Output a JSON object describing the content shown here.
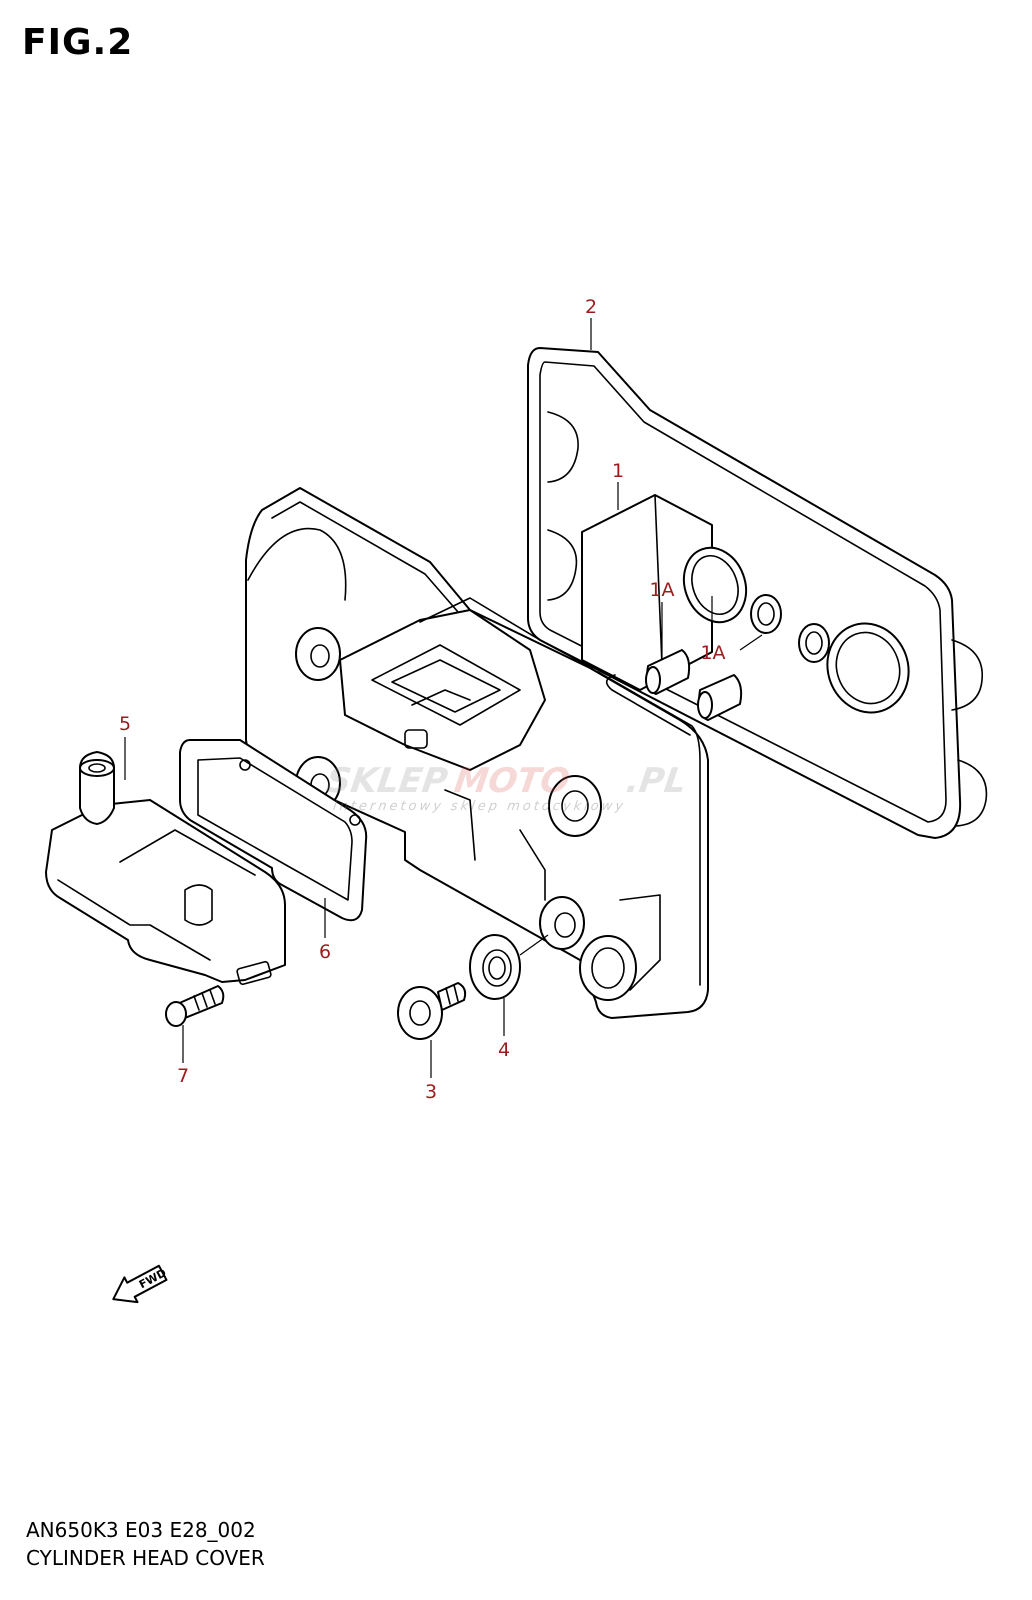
{
  "figure": {
    "title": "FIG.2"
  },
  "callouts": {
    "c1": "1",
    "c1a_upper": "1A",
    "c1a_lower": "1A",
    "c2": "2",
    "c3": "3",
    "c4": "4",
    "c5": "5",
    "c6": "6",
    "c7": "7"
  },
  "fwd_arrow": {
    "label": "FWD",
    "icon": "fwd-arrow-icon"
  },
  "watermark": {
    "main_left": "SKLEP",
    "main_right": "MOTO",
    "suffix": ".PL",
    "tagline": "internetowy sklep motocyklowy"
  },
  "footer": {
    "model_code": "AN650K3 E03 E28_002",
    "section_name": "CYLINDER HEAD COVER"
  },
  "colors": {
    "callout": "#9b1c1c",
    "line": "#000000",
    "watermark_red": "#d9534f"
  }
}
